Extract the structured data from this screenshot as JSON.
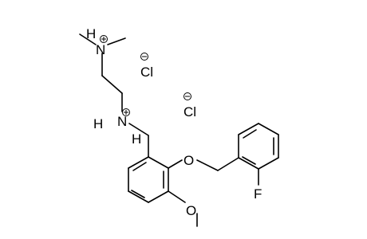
{
  "molecule": {
    "atoms": {
      "n_top_label": "N",
      "n_top_h": "H",
      "n_mid_label": "N",
      "n_mid_h_left": "H",
      "n_mid_h_right": "H",
      "o_ether_label": "O",
      "o_methoxy_label": "O",
      "f_label": "F",
      "cl1_label": "Cl",
      "cl2_label": "Cl"
    },
    "charges": {
      "n_top": "plus",
      "n_mid": "plus",
      "cl1": "minus",
      "cl2": "minus"
    },
    "colors": {
      "bond": "#000000",
      "text": "#000000",
      "background": "#ffffff"
    }
  }
}
